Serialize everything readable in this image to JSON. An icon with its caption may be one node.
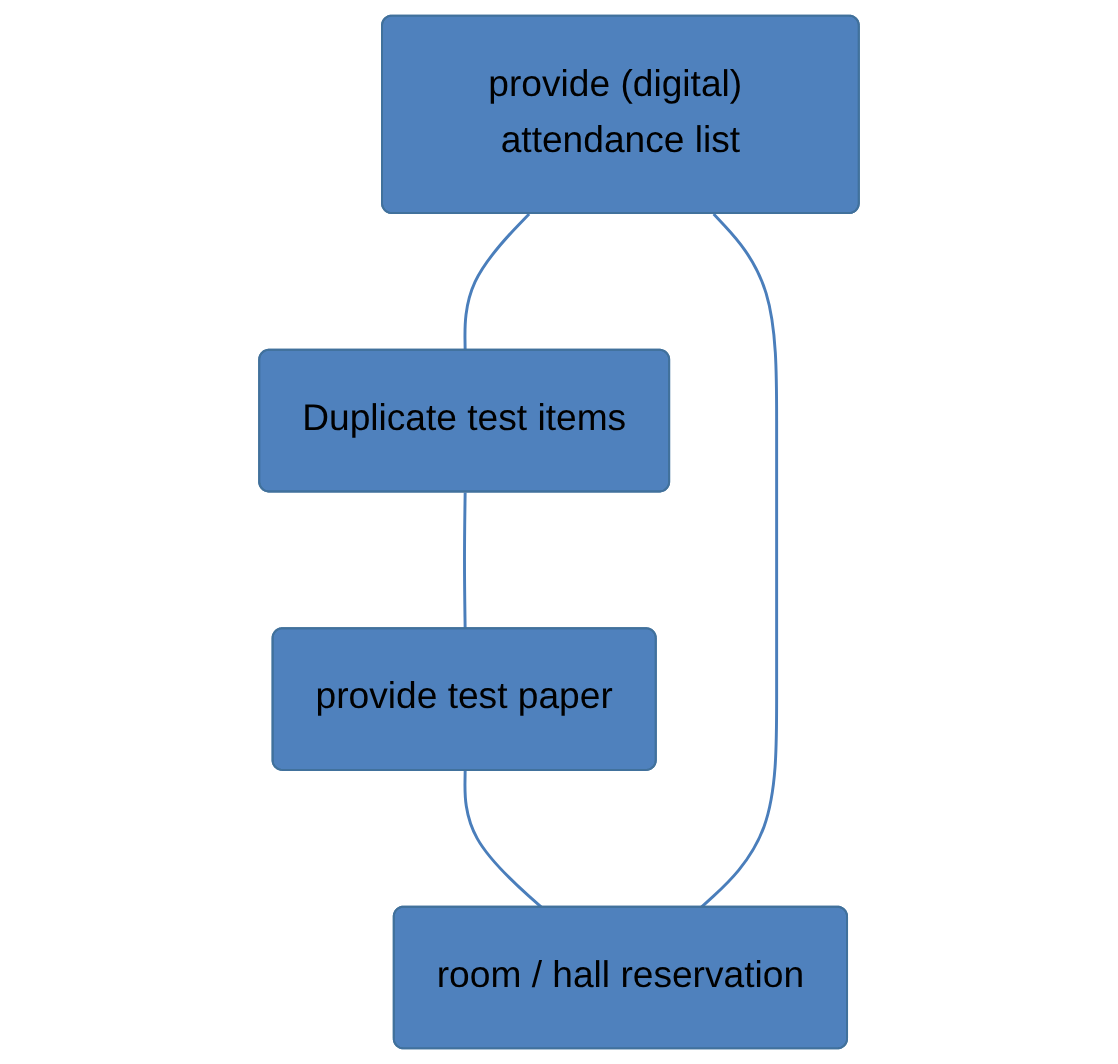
{
  "diagram": {
    "nodes": [
      {
        "text": [
          "provide (digital) attendance list"
        ]
      },
      {
        "text": [
          "room / hall reservation"
        ]
      },
      {
        "text": [
          "Duplicate test items"
        ]
      },
      {
        "text": [
          "provide test paper"
        ]
      }
    ],
    "edges": [
      {
        "from": 0,
        "to": 2,
        "arrow": "none"
      },
      {
        "from": 2,
        "to": 3,
        "arrow": "none"
      },
      {
        "from": 3,
        "to": 1,
        "arrow": "none"
      },
      {
        "from": 1,
        "to": 0,
        "arrow": "none"
      }
    ]
  }
}
